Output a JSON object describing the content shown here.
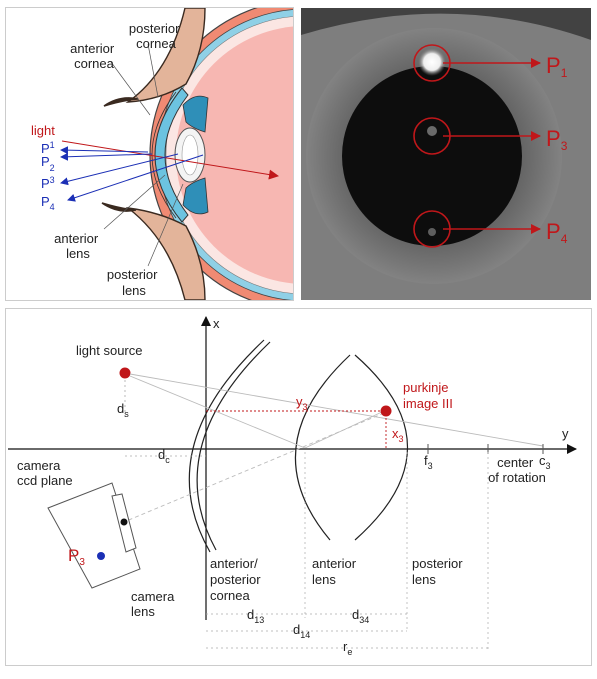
{
  "colors": {
    "red": "#c0171a",
    "blue": "#1b2fb5",
    "frame": "#cccccc",
    "eye_sclera": "#f08a73",
    "eye_interior": "#f7b7b2",
    "eye_cornea": "#5ab6d8",
    "lens_fill": "#f2f2f2"
  },
  "top_left": {
    "posterior_cornea": [
      "posterior",
      "cornea"
    ],
    "anterior_cornea": [
      "anterior",
      "cornea"
    ],
    "light": "light",
    "p_labels": [
      {
        "base": "P",
        "sub": "1"
      },
      {
        "base": "P",
        "sub": "2"
      },
      {
        "base": "P",
        "sub": "3"
      },
      {
        "base": "P",
        "sub": "4"
      }
    ],
    "anterior_lens": [
      "anterior",
      "lens"
    ],
    "posterior_lens": [
      "posterior",
      "lens"
    ]
  },
  "top_right": {
    "reflections": [
      {
        "base": "P",
        "sub": "1"
      },
      {
        "base": "P",
        "sub": "3"
      },
      {
        "base": "P",
        "sub": "4"
      }
    ]
  },
  "bottom": {
    "x_axis": "x",
    "y_axis": "y",
    "light_source": "light source",
    "ds": {
      "base": "d",
      "sub": "s"
    },
    "dc": {
      "base": "d",
      "sub": "c"
    },
    "y3": {
      "base": "y",
      "sub": "3"
    },
    "x3": {
      "base": "x",
      "sub": "3"
    },
    "purkinje": [
      "purkinje",
      "image III"
    ],
    "f3": {
      "base": "f",
      "sub": "3"
    },
    "c3": {
      "base": "c",
      "sub": "3"
    },
    "center_rotation": [
      "center",
      "of rotation"
    ],
    "camera_ccd": [
      "camera",
      "ccd plane"
    ],
    "p3": {
      "base": "P",
      "sub": "3"
    },
    "camera_lens": [
      "camera",
      "lens"
    ],
    "ant_post_cornea": [
      "anterior/",
      "posterior",
      "cornea"
    ],
    "anterior_lens": [
      "anterior",
      "lens"
    ],
    "posterior_lens": [
      "posterior",
      "lens"
    ],
    "d13": {
      "base": "d",
      "sub": "13"
    },
    "d34": {
      "base": "d",
      "sub": "34"
    },
    "d14": {
      "base": "d",
      "sub": "14"
    },
    "re": {
      "base": "r",
      "sub": "e"
    }
  }
}
